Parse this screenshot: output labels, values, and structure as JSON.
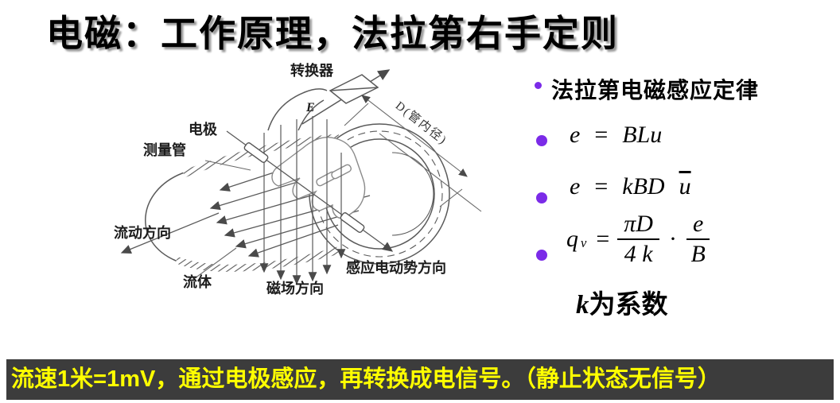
{
  "slide_title": "电磁：工作原理，法拉第右手定则",
  "right_panel": {
    "law_heading": "法拉第电磁感应定律",
    "formula_1": {
      "lhs": "e",
      "eq": "=",
      "rhs": "BLu"
    },
    "formula_2": {
      "lhs": "e",
      "eq": "=",
      "rhs": "kBD",
      "bar_var": "u"
    },
    "formula_3": {
      "lhs": "q",
      "lhs_sub": "v",
      "eq": "=",
      "frac1_num": "πD",
      "frac1_den": "4 k",
      "dot": "·",
      "frac2_num": "e",
      "frac2_den": "B"
    },
    "coefficient_note": {
      "k": "k",
      "text": "为系数"
    }
  },
  "diagram_labels": {
    "converter": "转换器",
    "emf_symbol": "E",
    "pipe_diameter": "D(管内径)",
    "electrode": "电极",
    "measuring_tube": "测量管",
    "flow_direction": "流动方向",
    "fluid": "流体",
    "magnetic_field_direction": "磁场方向",
    "induced_emf_direction": "感应电动势方向"
  },
  "footer": {
    "text": "流速1米=1mV，通过电极感应，再转换成电信号。（静止状态无信号）"
  },
  "colors": {
    "bullet": "#7B2BE8",
    "footer_bg": "#3C3C3C",
    "footer_text": "#FFFF00",
    "title_text": "#000000"
  }
}
